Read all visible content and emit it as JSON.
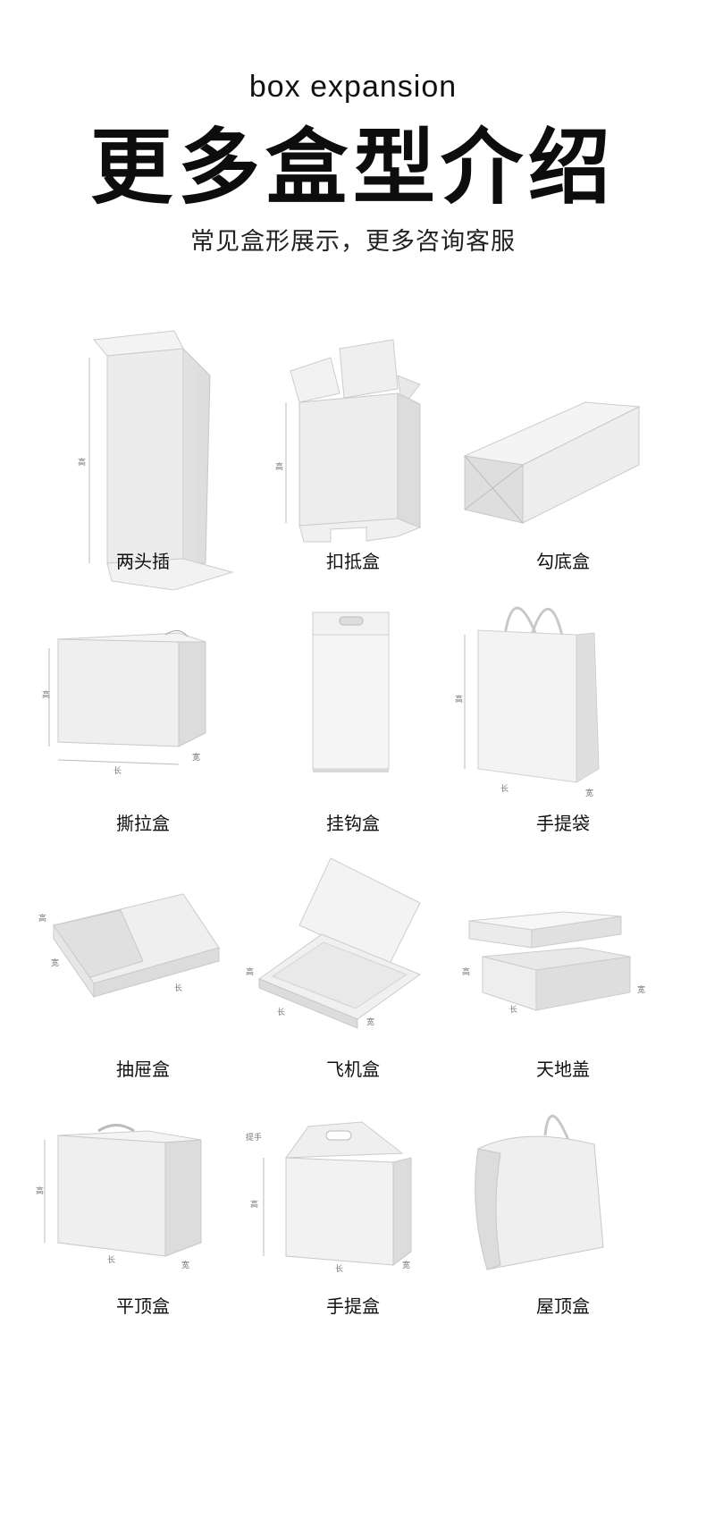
{
  "header": {
    "subtitle_en": "box expansion",
    "title_cn": "更多盒型介绍",
    "tagline": "常见盒形展示，更多咨询客服"
  },
  "boxes": [
    {
      "label": "两头插",
      "icon": "tuck-end-box-icon"
    },
    {
      "label": "扣抵盒",
      "icon": "lock-bottom-box-icon"
    },
    {
      "label": "勾底盒",
      "icon": "hook-bottom-box-icon"
    },
    {
      "label": "撕拉盒",
      "icon": "tear-strip-box-icon"
    },
    {
      "label": "挂钩盒",
      "icon": "hanger-box-icon"
    },
    {
      "label": "手提袋",
      "icon": "paper-bag-icon"
    },
    {
      "label": "抽屉盒",
      "icon": "drawer-box-icon"
    },
    {
      "label": "飞机盒",
      "icon": "mailer-box-icon"
    },
    {
      "label": "天地盖",
      "icon": "lid-base-box-icon"
    },
    {
      "label": "平顶盒",
      "icon": "flat-top-box-icon"
    },
    {
      "label": "手提盒",
      "icon": "handle-box-icon"
    },
    {
      "label": "屋顶盒",
      "icon": "roof-box-icon"
    }
  ],
  "dimension_labels": {
    "height": "高",
    "length": "长",
    "width": "宽",
    "handle": "提手"
  }
}
